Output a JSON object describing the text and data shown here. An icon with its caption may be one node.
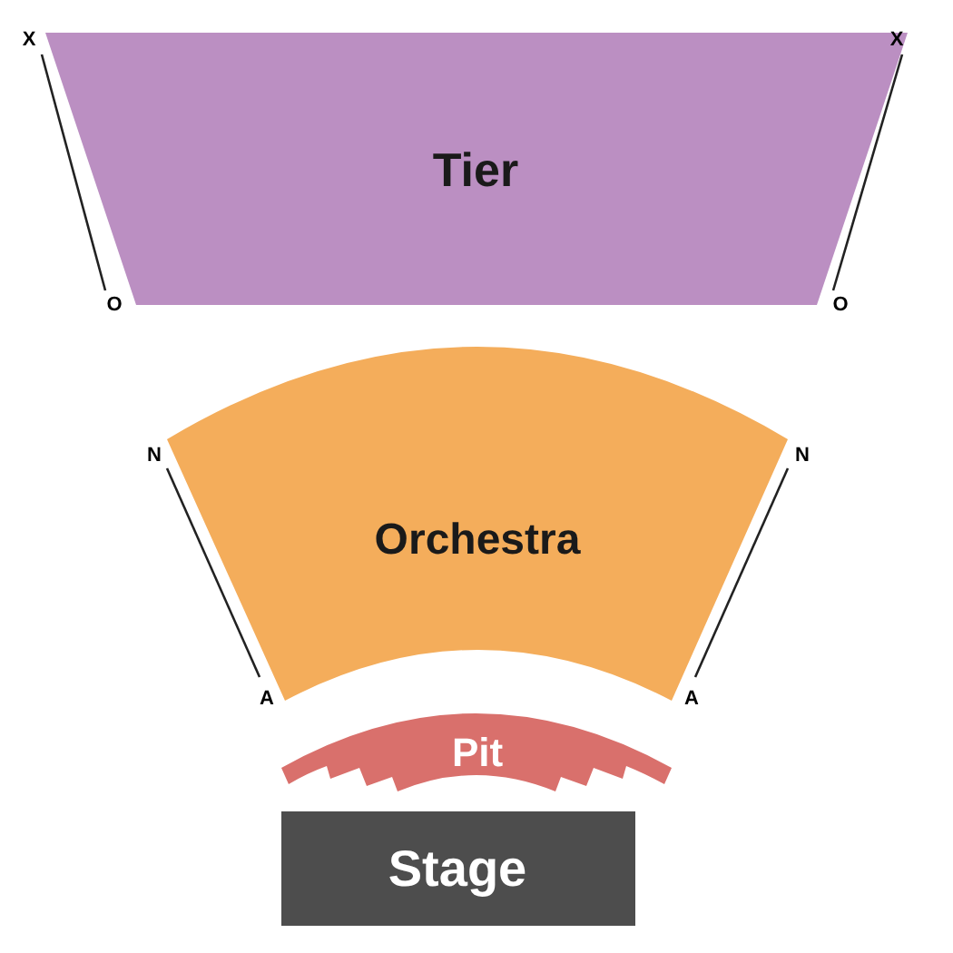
{
  "diagram": {
    "nodes": [
      {
        "text": [
          "Tier"
        ]
      },
      {
        "text": [
          "Orchestra"
        ]
      },
      {
        "text": [
          "Pit"
        ]
      },
      {
        "text": [
          "Stage"
        ]
      }
    ],
    "labels": [
      "X",
      "X",
      "O",
      "O",
      "N",
      "N",
      "A",
      "A"
    ]
  }
}
